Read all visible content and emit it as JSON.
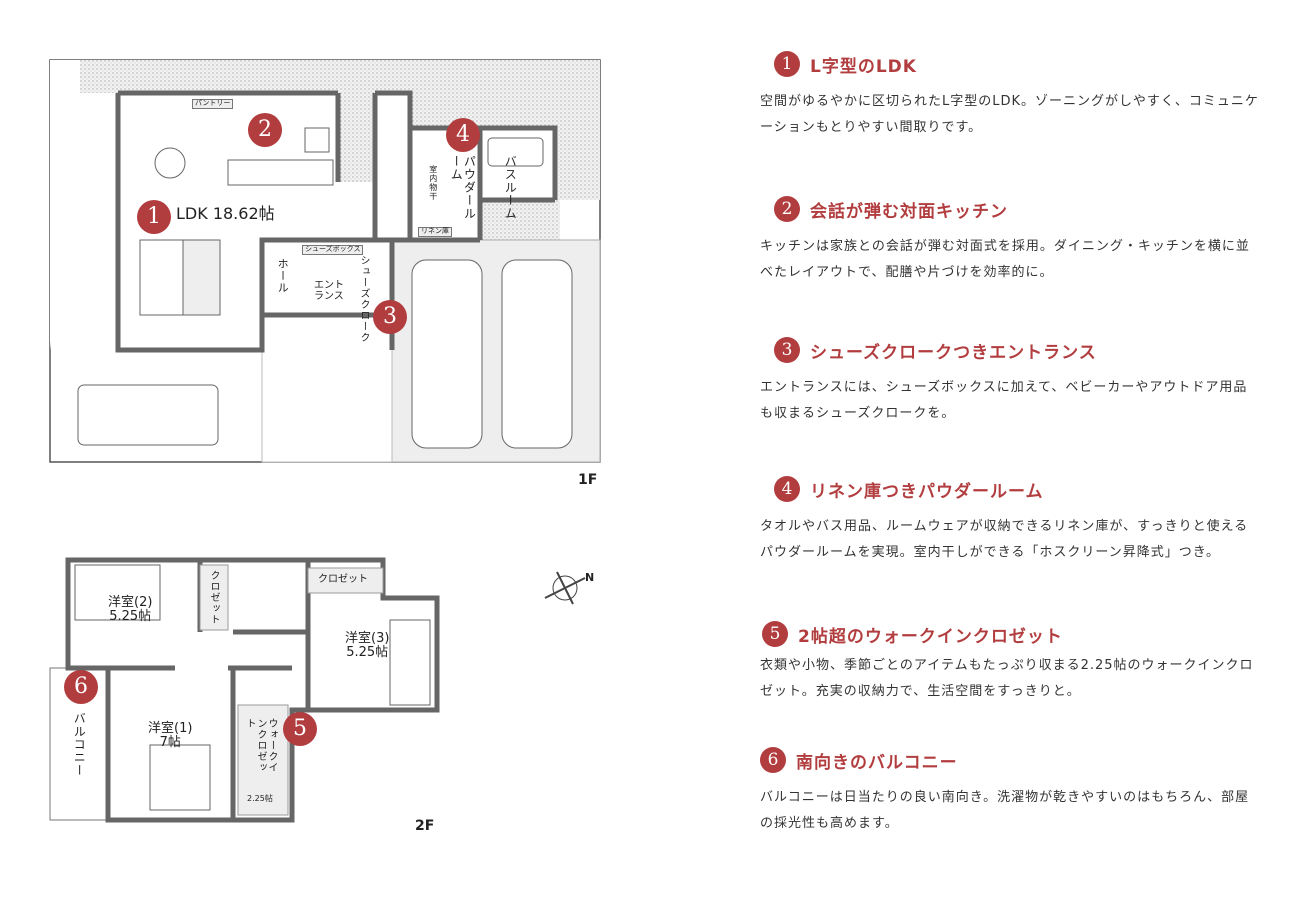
{
  "colors": {
    "accent": "#b23d3f",
    "wall": "#666666",
    "garage": "#eeeeee"
  },
  "floor1": {
    "label": "1F",
    "ldk": "LDK 18.62帖",
    "pantry": "パントリー",
    "powder": "パウダールーム",
    "indoor_dry": "室内物干",
    "bath": "バスルーム",
    "linen": "リネン庫",
    "hall": "ホール",
    "shoebox": "シューズボックス",
    "shoe_cloak": "シューズクローク",
    "entrance": "エントランス"
  },
  "floor2": {
    "label": "2F",
    "room2": "洋室(2)",
    "room2_size": "5.25帖",
    "room3": "洋室(3)",
    "room3_size": "5.25帖",
    "room1": "洋室(1)",
    "room1_size": "7帖",
    "closet_a": "クロゼット",
    "closet_b": "クロゼット",
    "balcony": "バルコニー",
    "wic": "ウォークインクロゼット",
    "wic_size": "2.25帖"
  },
  "markers": [
    "1",
    "2",
    "3",
    "4",
    "5",
    "6"
  ],
  "compass": "N",
  "features": [
    {
      "num": "1",
      "title": "L字型のLDK",
      "body": "空間がゆるやかに区切られたL字型のLDK。ゾーニングがしやすく、コミュニケーションもとりやすい間取りです。"
    },
    {
      "num": "2",
      "title": "会話が弾む対面キッチン",
      "body": "キッチンは家族との会話が弾む対面式を採用。ダイニング・キッチンを横に並べたレイアウトで、配膳や片づけを効率的に。"
    },
    {
      "num": "3",
      "title": "シューズクロークつきエントランス",
      "body": "エントランスには、シューズボックスに加えて、ベビーカーやアウトドア用品も収まるシューズクロークを。"
    },
    {
      "num": "4",
      "title": "リネン庫つきパウダールーム",
      "body": "タオルやバス用品、ルームウェアが収納できるリネン庫が、すっきりと使えるパウダールームを実現。室内干しができる「ホスクリーン昇降式」つき。"
    },
    {
      "num": "5",
      "title": "2帖超のウォークインクロゼット",
      "body": "衣類や小物、季節ごとのアイテムもたっぷり収まる2.25帖のウォークインクロゼット。充実の収納力で、生活空間をすっきりと。"
    },
    {
      "num": "6",
      "title": "南向きのバルコニー",
      "body": "バルコニーは日当たりの良い南向き。洗濯物が乾きやすいのはもちろん、部屋の採光性も高めます。"
    }
  ]
}
